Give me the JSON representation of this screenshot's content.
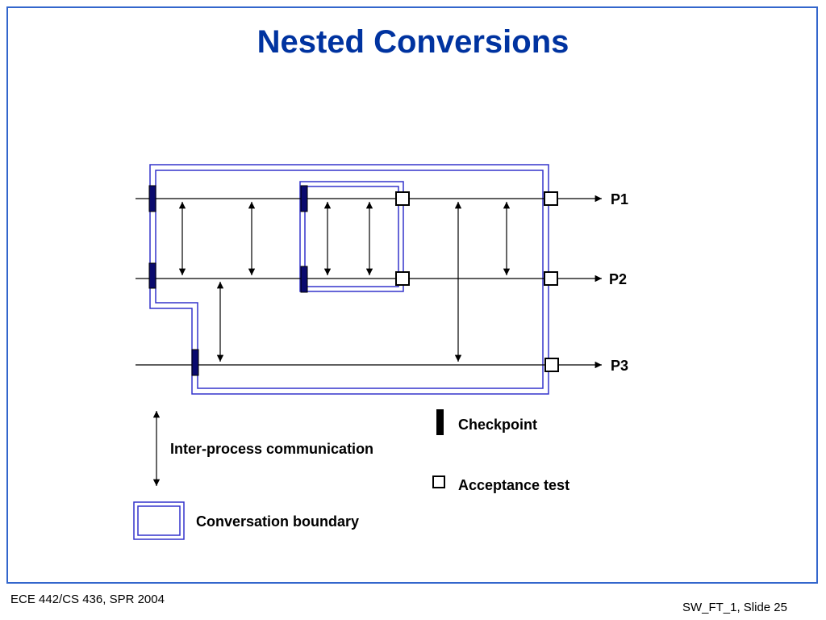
{
  "slide": {
    "title": "Nested Conversions",
    "footer_left": "ECE 442/CS 436, SPR 2004",
    "footer_right": "SW_FT_1, Slide 25"
  },
  "diagram": {
    "processes": [
      "P1",
      "P2",
      "P3"
    ],
    "legend": {
      "checkpoint": "Checkpoint",
      "acceptance_test": "Acceptance test",
      "ipc": "Inter-process communication",
      "boundary": "Conversation boundary"
    }
  },
  "colors": {
    "title": "#0033a0",
    "boundary": "#3333cc",
    "checkpoint": "#0a0a6e",
    "frame": "#3366cc"
  }
}
